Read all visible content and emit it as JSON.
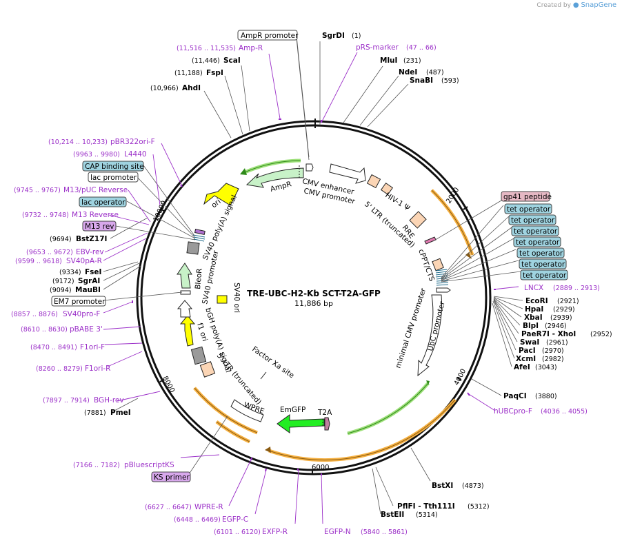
{
  "app": {
    "watermark_prefix": "Created by",
    "watermark_brand": "SnapGene"
  },
  "map": {
    "title": "TRE-UBC-H2-Kb SCT-T2A-GFP",
    "length_label": "11,886 bp"
  },
  "ticks": [
    "2000",
    "4000",
    "6000",
    "8000",
    "10000"
  ],
  "sites": [
    {
      "name": "SgrDI",
      "pos": "(1)"
    },
    {
      "name": "MluI",
      "pos": "(231)"
    },
    {
      "name": "NdeI",
      "pos": "(487)"
    },
    {
      "name": "SnaBI",
      "pos": "(593)"
    },
    {
      "name": "EcoRI",
      "pos": "(2921)"
    },
    {
      "name": "HpaI",
      "pos": "(2929)"
    },
    {
      "name": "XbaI",
      "pos": "(2939)"
    },
    {
      "name": "BlpI",
      "pos": "(2946)"
    },
    {
      "name": "PaeR7I  - XhoI",
      "pos": "(2952)"
    },
    {
      "name": "SwaI",
      "pos": "(2961)"
    },
    {
      "name": "PacI",
      "pos": "(2970)"
    },
    {
      "name": "XcmI",
      "pos": "(2982)"
    },
    {
      "name": "AfeI",
      "pos": "(3043)"
    },
    {
      "name": "PaqCI",
      "pos": "(3880)"
    },
    {
      "name": "BstXI",
      "pos": "(4873)"
    },
    {
      "name": "PflFI  - Tth111I",
      "pos": "(5312)"
    },
    {
      "name": "BstEII",
      "pos": "(5314)"
    },
    {
      "name": "PmeI",
      "pos": "(7881)"
    },
    {
      "name": "MauBI",
      "pos": "(9094)"
    },
    {
      "name": "SgrAI",
      "pos": "(9172)"
    },
    {
      "name": "FseI",
      "pos": "(9334)"
    },
    {
      "name": "BstZ17I",
      "pos": "(9694)"
    },
    {
      "name": "AhdI",
      "pos": "(10,966)"
    },
    {
      "name": "FspI",
      "pos": "(11,188)"
    },
    {
      "name": "ScaI",
      "pos": "(11,446)"
    }
  ],
  "primers": [
    {
      "name": "pRS-marker",
      "pos": "(47 .. 66)"
    },
    {
      "name": "LNCX",
      "pos": "(2889 .. 2913)"
    },
    {
      "name": "hUBCpro-F",
      "pos": "(4036 .. 4055)"
    },
    {
      "name": "EGFP-N",
      "pos": "(5840 .. 5861)"
    },
    {
      "name": "EXFP-R",
      "pos": "(6101 .. 6120)"
    },
    {
      "name": "EGFP-C",
      "pos": "(6448 .. 6469)"
    },
    {
      "name": "WPRE-R",
      "pos": "(6627 .. 6647)"
    },
    {
      "name": "pBluescriptKS",
      "pos": "(7166 .. 7182)"
    },
    {
      "name": "BGH-rev",
      "pos": "(7897 .. 7914)"
    },
    {
      "name": "F1ori-R",
      "pos": "(8260 .. 8279)"
    },
    {
      "name": "F1ori-F",
      "pos": "(8470 .. 8491)"
    },
    {
      "name": "pBABE 3'",
      "pos": "(8610 .. 8630)"
    },
    {
      "name": "SV40pro-F",
      "pos": "(8857 .. 8876)"
    },
    {
      "name": "SV40pA-R",
      "pos": "(9599 .. 9618)"
    },
    {
      "name": "EBV-rev",
      "pos": "(9653 .. 9672)"
    },
    {
      "name": "M13 Reverse",
      "pos": "(9732 .. 9748)"
    },
    {
      "name": "M13/pUC Reverse",
      "pos": "(9745 .. 9767)"
    },
    {
      "name": "L4440",
      "pos": "(9963 .. 9980)"
    },
    {
      "name": "pBR322ori-F",
      "pos": "(10,214 .. 10,233)"
    },
    {
      "name": "Amp-R",
      "pos": "(11,516 .. 11,535)"
    }
  ],
  "boxed_labels": {
    "ampr_promoter": "AmpR promoter",
    "gp41": "gp41 peptide",
    "tet_operator": "tet operator",
    "cap_binding_site": "CAP binding site",
    "lac_promoter": "lac promoter",
    "lac_operator": "lac operator",
    "m13_rev": "M13 rev",
    "em7_promoter": "EM7 promoter",
    "ks_primer": "KS primer"
  },
  "features": {
    "ampr": "AmpR",
    "cmv_enhancer": "CMV enhancer",
    "cmv_promoter": "CMV promoter",
    "hiv_psi": "HIV-1 Ψ",
    "ltr_5_top": "5' LTR (truncated)",
    "rre": "RRE",
    "cppt": "cPPT/CTS",
    "minimal_cmv": "minimal CMV promoter",
    "ubc_promoter": "UbC promoter",
    "t2a": "T2A",
    "emgfp": "EmGFP",
    "wpre": "WPRE",
    "factor_xa": "Factor Xa site",
    "ltr_3": "5' LTR (truncated)",
    "bgh": "bGH poly(A) signal",
    "f1_ori": "f1 ori",
    "sv40_ori": "SV40 ori",
    "sv40_promoter": "SV40 promoter",
    "bleor": "BleoR",
    "sv40_polya": "SV40 poly(A) signal",
    "ori": "ori"
  },
  "colors": {
    "backbone": "#111111",
    "primer": "#9b2fc8",
    "ampr_fill": "#c8f2c8",
    "ori_fill": "#ffff00",
    "gfp_fill": "#22ee22",
    "ltr_fill": "#fbd5b5",
    "grey_fill": "#9a9a9a",
    "operator_fill": "#9fd3e0",
    "orange_arc": "#f5b041",
    "green_arc": "#55aa22"
  }
}
